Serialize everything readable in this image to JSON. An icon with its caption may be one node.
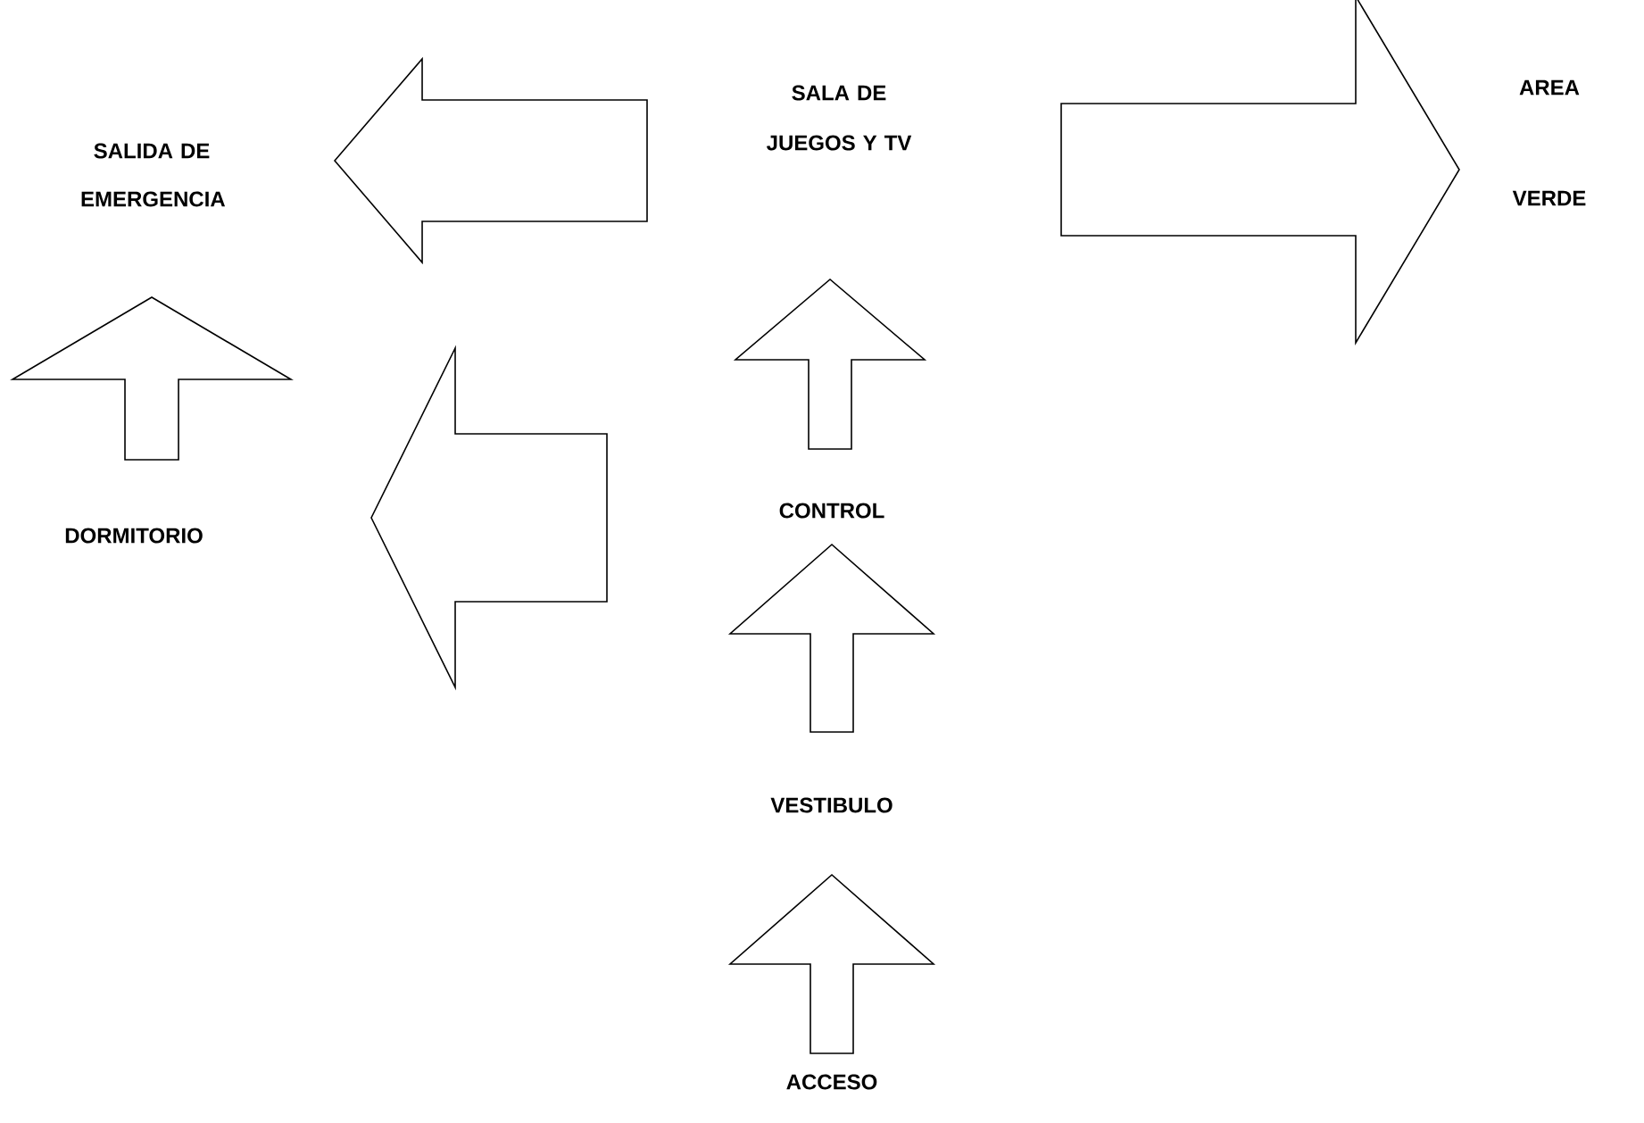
{
  "diagram": {
    "nodes": [
      {
        "text": [
          "SALIDA DE EMERGENCIA"
        ]
      },
      {
        "text": [
          "SALA DE JUEGOS Y TV"
        ]
      },
      {
        "text": [
          "AREA VERDE"
        ]
      },
      {
        "text": [
          "DORMITORIO"
        ]
      },
      {
        "text": [
          "CONTROL"
        ]
      },
      {
        "text": [
          "VESTIBULO"
        ]
      },
      {
        "text": [
          "ACCESO"
        ]
      }
    ],
    "edges": [
      {
        "from": 6,
        "to": 5,
        "arrow": "to"
      },
      {
        "from": 5,
        "to": 4,
        "arrow": "to"
      },
      {
        "from": 4,
        "to": 1,
        "arrow": "to"
      },
      {
        "from": 4,
        "to": 3,
        "arrow": "to"
      },
      {
        "from": 3,
        "to": 0,
        "arrow": "to"
      },
      {
        "from": 1,
        "to": 0,
        "arrow": "to"
      },
      {
        "from": 1,
        "to": 2,
        "arrow": "to"
      }
    ]
  }
}
